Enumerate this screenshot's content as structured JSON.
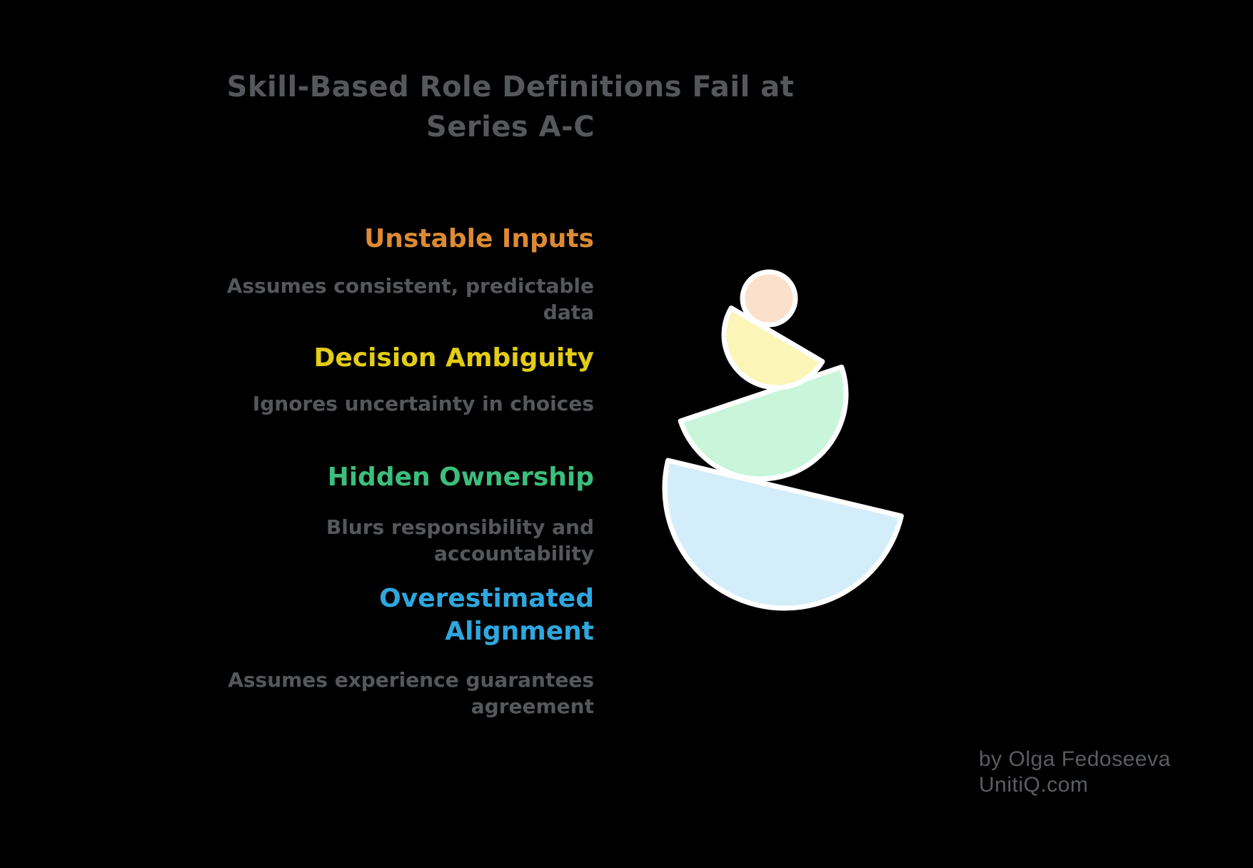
{
  "page": {
    "background_color": "#000000",
    "title": {
      "lines": [
        "Skill-Based Role Definitions Fail at",
        "Series A-C"
      ],
      "color": "#55585b"
    },
    "sections": [
      {
        "id": "unstable-inputs",
        "heading_lines": [
          "Unstable Inputs"
        ],
        "heading_color": "#dc8a33",
        "description_lines": [
          "Assumes consistent, predictable",
          "data"
        ],
        "description_color": "#55585b"
      },
      {
        "id": "decision-ambiguity",
        "heading_lines": [
          "Decision Ambiguity"
        ],
        "heading_color": "#e2cd15",
        "description_lines": [
          "Ignores uncertainty in choices"
        ],
        "description_color": "#55585b"
      },
      {
        "id": "hidden-ownership",
        "heading_lines": [
          "Hidden Ownership"
        ],
        "heading_color": "#3cbe7c",
        "description_lines": [
          "Blurs responsibility and",
          "accountability"
        ],
        "description_color": "#55585b"
      },
      {
        "id": "overestimated-alignment",
        "heading_lines": [
          "Overestimated",
          "Alignment"
        ],
        "heading_color": "#2ea7de",
        "description_lines": [
          "Assumes experience guarantees",
          "agreement"
        ],
        "description_color": "#55585b"
      }
    ],
    "attribution": {
      "lines": [
        "by Olga Fedoseeva",
        "UnitiQ.com"
      ],
      "color": "#5a5d60"
    },
    "illustration": {
      "name": "balancing-stacked-bowls",
      "outline_color": "#ffffff",
      "ball_color": "#fbe0cb",
      "bowl_small_color": "#fbf5b8",
      "bowl_medium_color": "#c9f5db",
      "bowl_large_color": "#d4edfa"
    }
  }
}
